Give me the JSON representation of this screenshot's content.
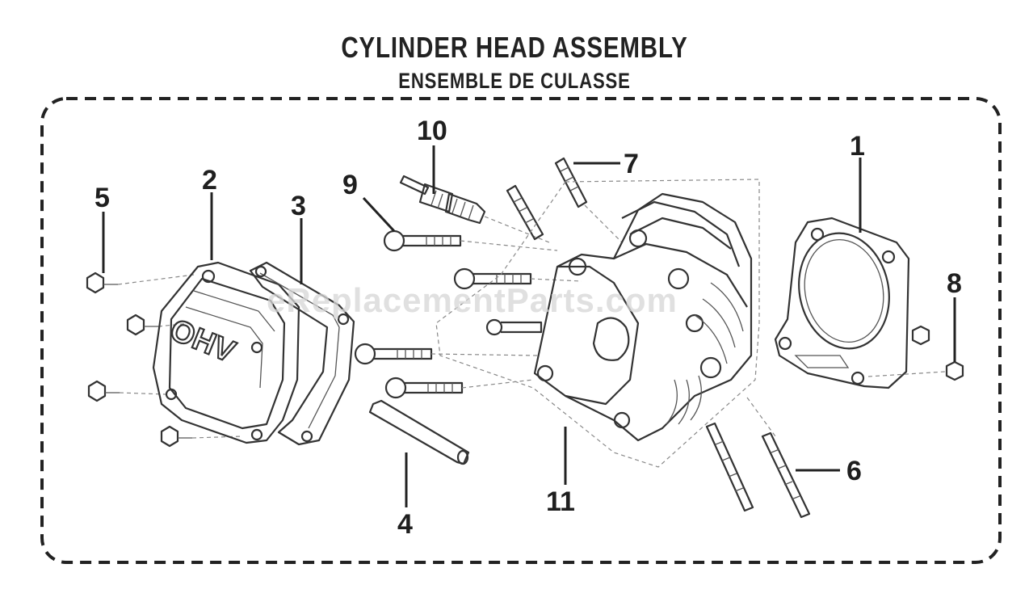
{
  "title": "CYLINDER HEAD ASSEMBLY",
  "subtitle": "ENSEMBLE DE CULASSE",
  "watermark": "eReplacementParts.com",
  "cover_logo": "OHV",
  "callouts": [
    "1",
    "2",
    "3",
    "4",
    "5",
    "6",
    "7",
    "8",
    "9",
    "10",
    "11"
  ],
  "colors": {
    "line": "#333333",
    "border": "#222222",
    "watermark": "#d6d6d6"
  }
}
